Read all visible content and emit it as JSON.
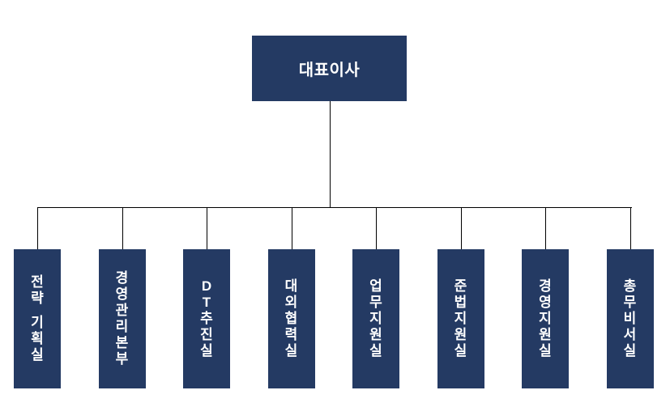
{
  "chart": {
    "type": "org-chart",
    "title": "",
    "colors": {
      "node_fill": "#243a63",
      "node_text": "#ffffff",
      "connector": "#000000",
      "background": "#ffffff"
    },
    "root": {
      "label": "대표이사",
      "orientation": "horizontal"
    },
    "children": [
      {
        "label": "전략 기획실",
        "chars": [
          "전",
          "략",
          " ",
          "기",
          "획",
          "실"
        ],
        "orientation": "vertical"
      },
      {
        "label": "경영관리본부",
        "chars": [
          "경",
          "영",
          "관",
          "리",
          "본",
          "부"
        ],
        "orientation": "vertical"
      },
      {
        "label": "DT추진실",
        "chars": [
          "D",
          "T",
          "추",
          "진",
          "실"
        ],
        "orientation": "vertical"
      },
      {
        "label": "대외협력실",
        "chars": [
          "대",
          "외",
          "협",
          "력",
          "실"
        ],
        "orientation": "vertical"
      },
      {
        "label": "업무지원실",
        "chars": [
          "업",
          "무",
          "지",
          "원",
          "실"
        ],
        "orientation": "vertical"
      },
      {
        "label": "준법지원실",
        "chars": [
          "준",
          "법",
          "지",
          "원",
          "실"
        ],
        "orientation": "vertical"
      },
      {
        "label": "경영지원실",
        "chars": [
          "경",
          "영",
          "지",
          "원",
          "실"
        ],
        "orientation": "vertical"
      },
      {
        "label": "총무비서실",
        "chars": [
          "총",
          "무",
          "비",
          "서",
          "실"
        ],
        "orientation": "vertical"
      }
    ]
  }
}
